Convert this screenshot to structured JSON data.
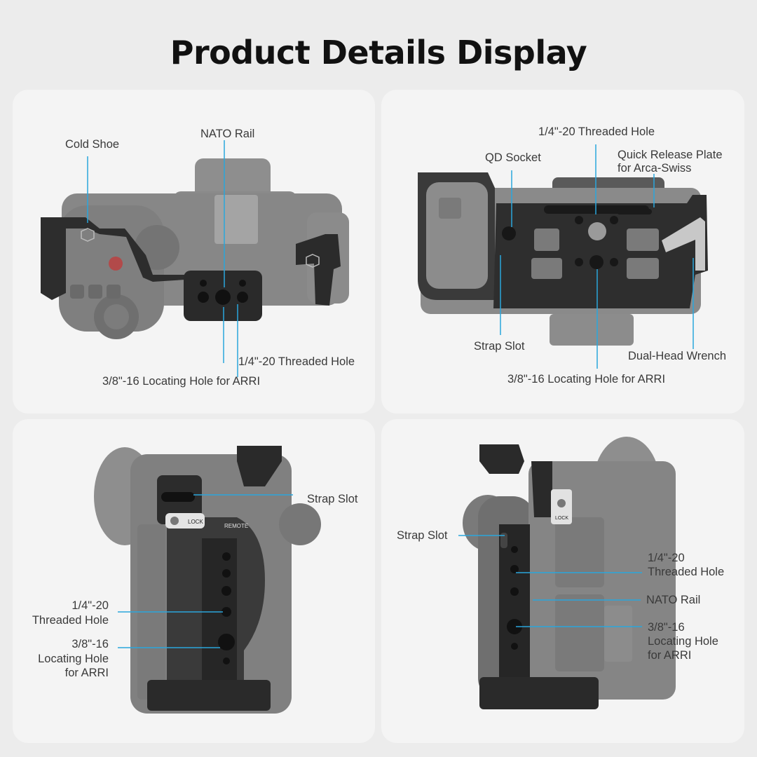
{
  "title": "Product Details Display",
  "accent_color": "#2aa6dc",
  "panel_top_left": {
    "cold_shoe": "Cold Shoe",
    "nato_rail": "NATO Rail",
    "threaded_hole": "1/4\"-20 Threaded Hole",
    "locating_hole": "3/8\"-16 Locating Hole for ARRI"
  },
  "panel_top_right": {
    "threaded_hole": "1/4\"-20 Threaded Hole",
    "qd_socket": "QD Socket",
    "quick_release_line1": "Quick Release Plate",
    "quick_release_line2": "for Arca-Swiss",
    "strap_slot": "Strap Slot",
    "wrench": "Dual-Head Wrench",
    "locating_hole": "3/8\"-16 Locating Hole for ARRI"
  },
  "panel_bottom_left": {
    "strap_slot": "Strap Slot",
    "threaded_line1": "1/4\"-20",
    "threaded_line2": "Threaded Hole",
    "locating_line1": "3/8\"-16",
    "locating_line2": "Locating Hole",
    "locating_line3": "for ARRI",
    "lock_text": "LOCK",
    "remote_text": "REMOTE"
  },
  "panel_bottom_right": {
    "strap_slot": "Strap Slot",
    "threaded_line1": "1/4\"-20",
    "threaded_line2": "Threaded Hole",
    "nato_rail": "NATO Rail",
    "locating_line1": "3/8\"-16",
    "locating_line2": "Locating Hole",
    "locating_line3": "for ARRI",
    "lock_text": "LOCK"
  }
}
